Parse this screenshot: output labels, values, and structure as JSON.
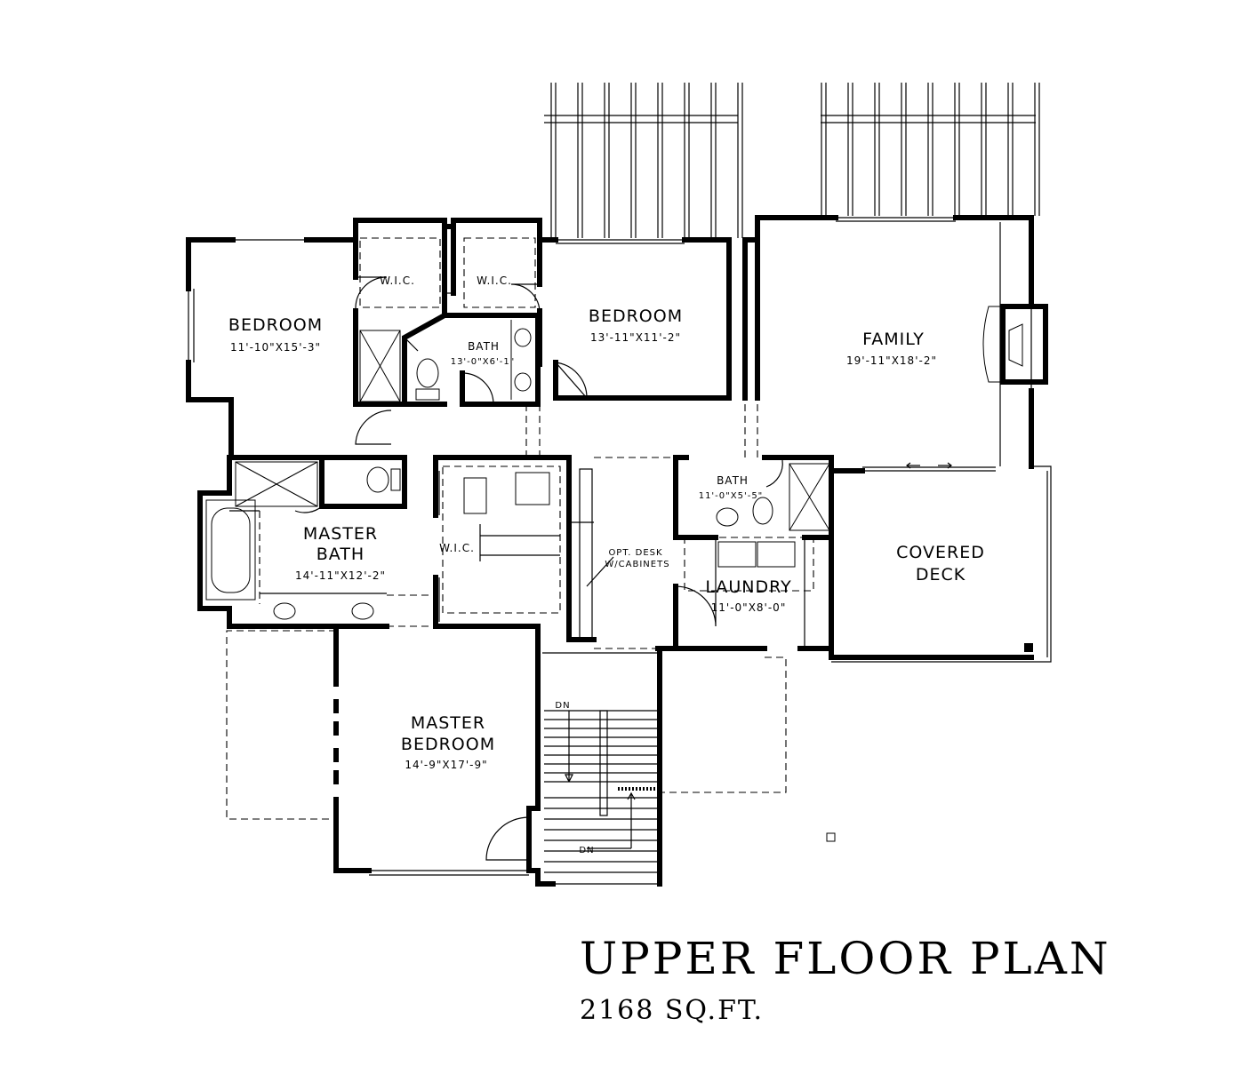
{
  "plan": {
    "title": "UPPER FLOOR PLAN",
    "area": "2168 SQ.FT."
  },
  "rooms": {
    "bedroom_left": {
      "name": "BEDROOM",
      "dims": "11'-10\"X15'-3\""
    },
    "bedroom_mid": {
      "name": "BEDROOM",
      "dims": "13'-11\"X11'-2\""
    },
    "family": {
      "name": "FAMILY",
      "dims": "19'-11\"X18'-2\""
    },
    "wic_left": {
      "name": "W.I.C."
    },
    "wic_right": {
      "name": "W.I.C."
    },
    "bath_upper": {
      "name": "BATH",
      "dims": "13'-0\"X6'-1\""
    },
    "bath_right": {
      "name": "BATH",
      "dims": "11'-0\"X5'-5\""
    },
    "master_bath": {
      "name_line1": "MASTER",
      "name_line2": "BATH",
      "dims": "14'-11\"X12'-2\""
    },
    "wic_master": {
      "name": "W.I.C."
    },
    "desk": {
      "line1": "OPT. DESK",
      "line2": "W/CABINETS"
    },
    "laundry": {
      "name": "LAUNDRY",
      "dims": "11'-0\"X8'-0\""
    },
    "covered_deck": {
      "name_line1": "COVERED",
      "name_line2": "DECK"
    },
    "master_bedroom": {
      "name_line1": "MASTER",
      "name_line2": "BEDROOM",
      "dims": "14'-9\"X17'-9\""
    }
  },
  "stairs": {
    "dn_upper": "DN",
    "dn_lower": "DN"
  }
}
